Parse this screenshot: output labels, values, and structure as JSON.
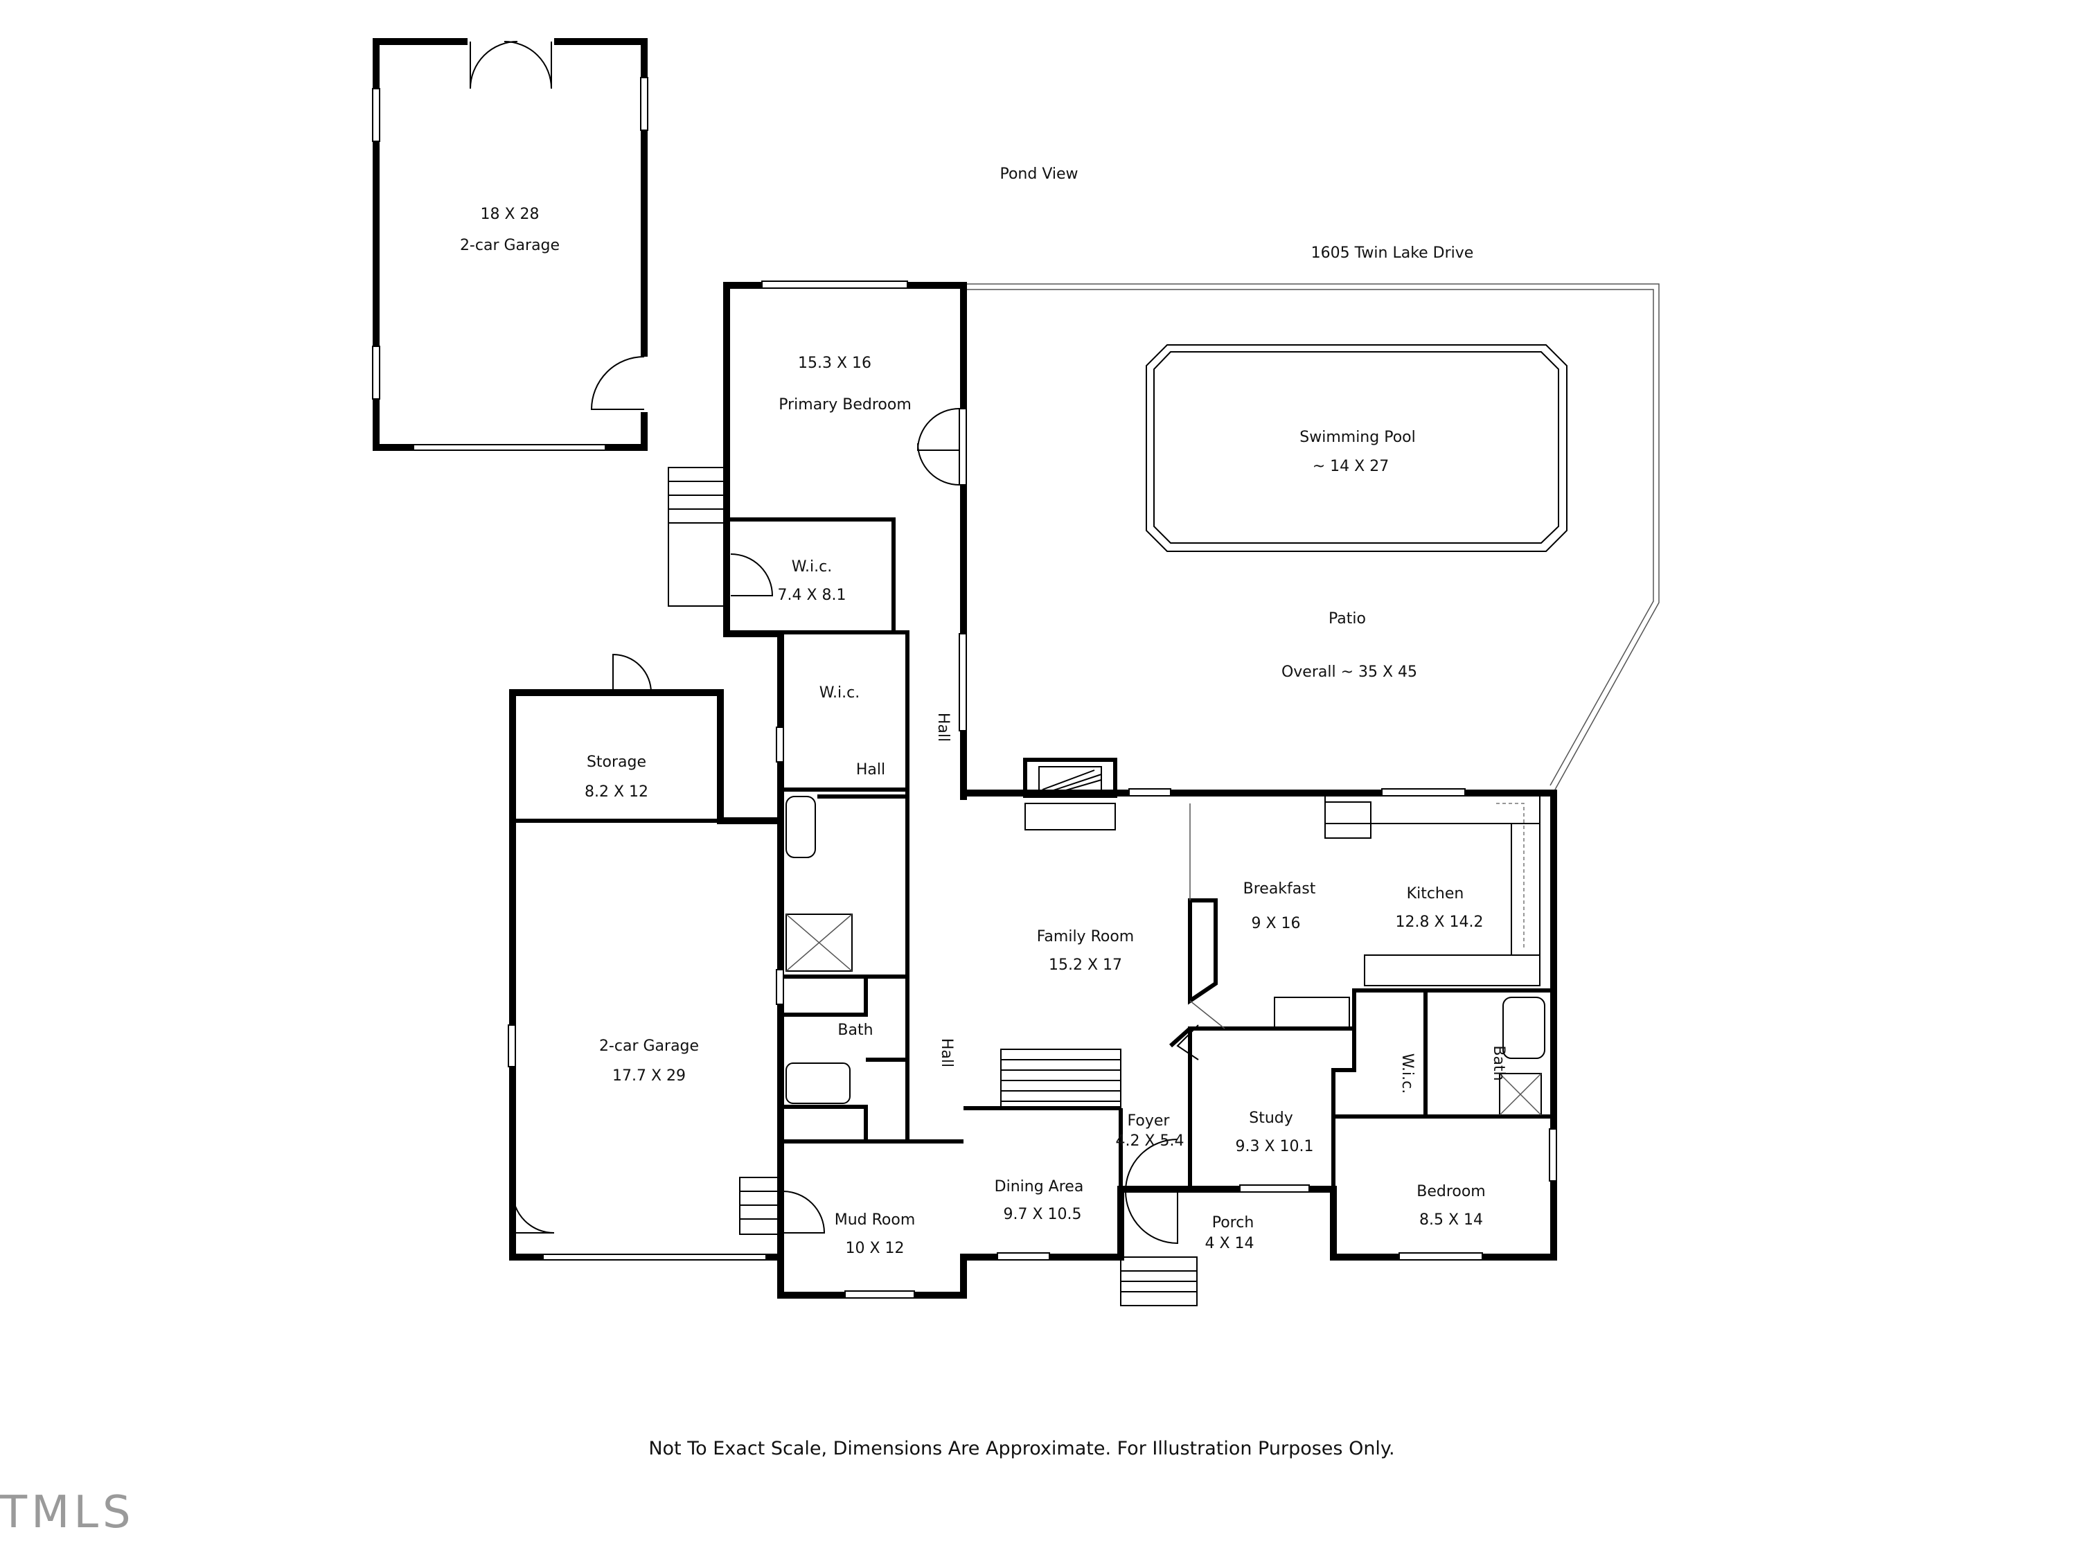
{
  "plan": {
    "pond_view": "Pond View",
    "address": "1605 Twin Lake Drive",
    "disclaimer": "Not To Exact Scale, Dimensions Are Approximate. For Illustration Purposes Only.",
    "logo": "TMLS"
  },
  "rooms": {
    "garage_detached": {
      "dims": "18 X 28",
      "name": "2-car Garage"
    },
    "primary_bedroom": {
      "dims": "15.3 X 16",
      "name": "Primary Bedroom"
    },
    "wic_1": {
      "name": "W.i.c.",
      "dims": "7.4 X 8.1"
    },
    "wic_2": {
      "name": "W.i.c."
    },
    "hall_1": {
      "name": "Hall"
    },
    "hall_2": {
      "name": "Hall"
    },
    "hall_3": {
      "name": "Hall"
    },
    "storage": {
      "name": "Storage",
      "dims": "8.2 X 12"
    },
    "garage_attached": {
      "name": "2-car Garage",
      "dims": "17.7 X 29"
    },
    "bath_1": {
      "name": "Bath"
    },
    "bath_2": {
      "name": "Bath"
    },
    "wic_3": {
      "name": "W.i.c."
    },
    "mud_room": {
      "name": "Mud Room",
      "dims": "10 X 12"
    },
    "family_room": {
      "name": "Family Room",
      "dims": "15.2 X 17"
    },
    "breakfast": {
      "name": "Breakfast",
      "dims": "9 X 16"
    },
    "kitchen": {
      "name": "Kitchen",
      "dims": "12.8 X 14.2"
    },
    "foyer": {
      "name": "Foyer",
      "dims": "4.2 X 5.4"
    },
    "study": {
      "name": "Study",
      "dims": "9.3 X 10.1"
    },
    "dining_area": {
      "name": "Dining Area",
      "dims": "9.7 X 10.5"
    },
    "porch": {
      "name": "Porch",
      "dims": "4 X 14"
    },
    "bedroom": {
      "name": "Bedroom",
      "dims": "8.5 X 14"
    },
    "swimming_pool": {
      "name": "Swimming Pool",
      "dims": "~ 14 X 27"
    },
    "patio": {
      "name": "Patio",
      "dims": "Overall ~ 35 X 45"
    }
  }
}
